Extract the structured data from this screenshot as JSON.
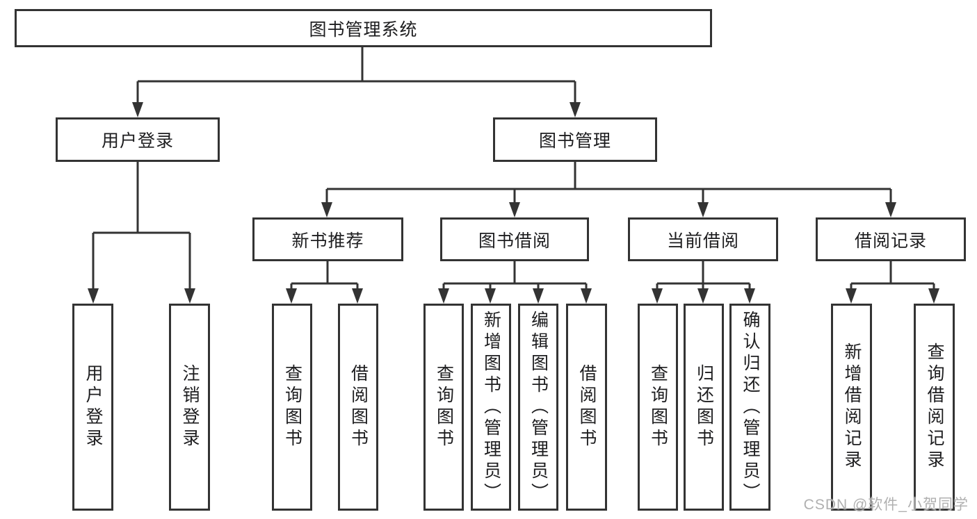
{
  "colors": {
    "line": "#333333",
    "box-border": "#333333",
    "box-fill": "#ffffff",
    "text": "#1d1d1f",
    "watermark": "#b0b0b0"
  },
  "tree": {
    "root": "图书管理系统",
    "branches": [
      {
        "label": "用户登录",
        "children": [
          "用户登录",
          "注销登录"
        ]
      },
      {
        "label": "图书管理",
        "groups": [
          {
            "label": "新书推荐",
            "children": [
              "查询图书",
              "借阅图书"
            ]
          },
          {
            "label": "图书借阅",
            "children": [
              "查询图书",
              "新增图书（管理员）",
              "编辑图书（管理员）",
              "借阅图书"
            ]
          },
          {
            "label": "当前借阅",
            "children": [
              "查询图书",
              "归还图书",
              "确认归还（管理员）"
            ]
          },
          {
            "label": "借阅记录",
            "children": [
              "新增借阅记录",
              "查询借阅记录"
            ]
          }
        ]
      }
    ]
  },
  "watermark": {
    "text": "CSDN @软件_小贺同学"
  }
}
